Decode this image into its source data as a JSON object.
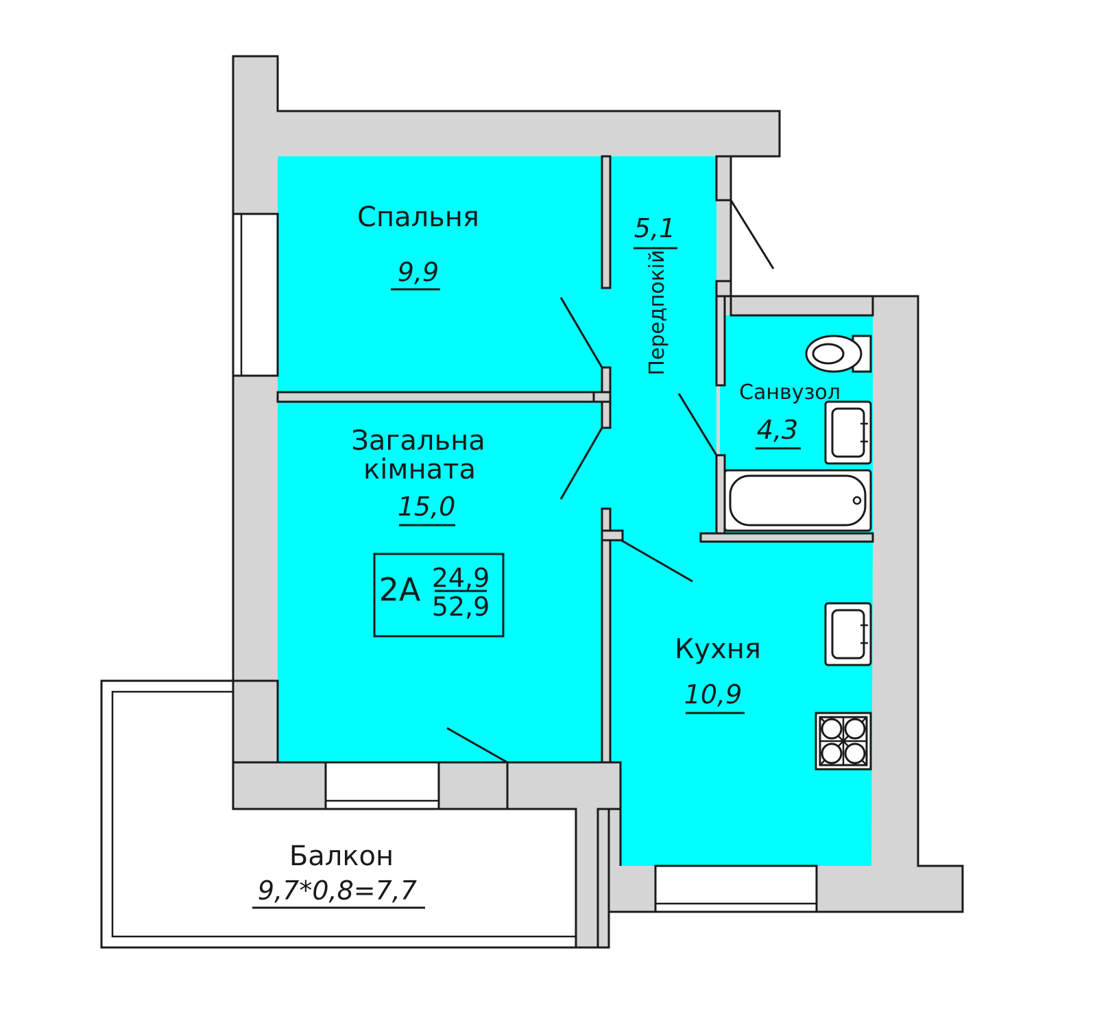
{
  "rooms": {
    "bedroom": {
      "name": "Спальня",
      "area": "9,9"
    },
    "hallway": {
      "name": "Передпокій",
      "area": "5,1"
    },
    "living": {
      "name_line1": "Загальна",
      "name_line2": "кімната",
      "area": "15,0"
    },
    "bathroom": {
      "name": "Санвузол",
      "area": "4,3"
    },
    "kitchen": {
      "name": "Кухня",
      "area": "10,9"
    },
    "balcony": {
      "name": "Балкон",
      "area": "9,7*0,8=7,7"
    }
  },
  "unit_box": {
    "type": "2А",
    "living_area": "24,9",
    "total_area": "52,9"
  },
  "colors": {
    "room_fill": "#00ffff",
    "wall_fill": "#d5d5d5",
    "line": "#1a1a1a"
  }
}
